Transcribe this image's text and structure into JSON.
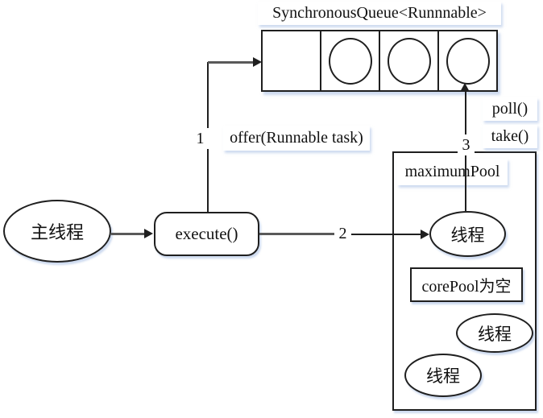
{
  "colors": {
    "line": "#1f1f1f",
    "arrow_gray": "#595959",
    "shadow": "rgba(164, 187, 226, 0.55)",
    "background": "#ffffff"
  },
  "queue": {
    "title": "SynchronousQueue<Runnnable>",
    "slots": [
      {
        "filled": false
      },
      {
        "filled": true
      },
      {
        "filled": true
      },
      {
        "filled": true
      }
    ]
  },
  "nodes": {
    "main_thread_label": "主线程",
    "execute_label": "execute()",
    "maximum_pool_title": "maximumPool",
    "core_pool_note": "corePool为空",
    "pool_thread_top_label": "线程",
    "pool_thread_right_label": "线程",
    "pool_thread_left_label": "线程"
  },
  "annotations": {
    "step1": "1",
    "step2": "2",
    "step3": "3",
    "offer_label": "offer(Runnable task)",
    "poll_label": "poll()",
    "take_label": "take()"
  }
}
